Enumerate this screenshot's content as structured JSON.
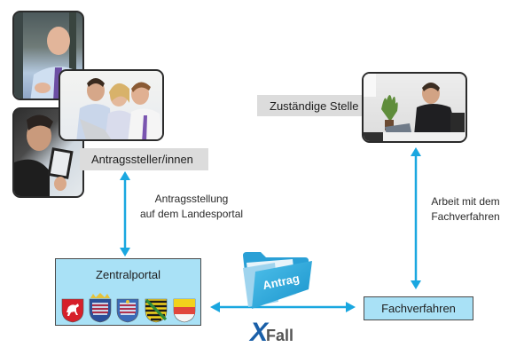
{
  "diagram": {
    "applicants": {
      "label": "Antragssteller/innen",
      "photos": [
        "businessman-with-phone-photo",
        "group-at-laptop-photo",
        "man-with-tablet-photo"
      ]
    },
    "authority": {
      "label": "Zuständige Stelle",
      "photo": "man-at-office-desk-photo"
    },
    "arrow_left_caption": [
      "Antragsstellung",
      "auf dem Landesportal"
    ],
    "arrow_right_caption": [
      "Arbeit mit dem",
      "Fachverfahren"
    ],
    "central_portal": {
      "title": "Zentralportal",
      "coats_of_arms": [
        "Niedersachsen",
        "Hessen",
        "Thüringen",
        "Sachsen",
        "Münster"
      ]
    },
    "folder_label": "Antrag",
    "logo": {
      "x_letter": "X",
      "text": "Fall"
    },
    "specialist_procedure": {
      "label": "Fachverfahren"
    },
    "colors": {
      "arrow": "#1aa7e0",
      "box_fill": "#a9e1f6",
      "label_fill": "#dcdcdc",
      "folder": "#2aa8dc",
      "logo_x": "#1a5fa8",
      "logo_text": "#555555"
    }
  }
}
